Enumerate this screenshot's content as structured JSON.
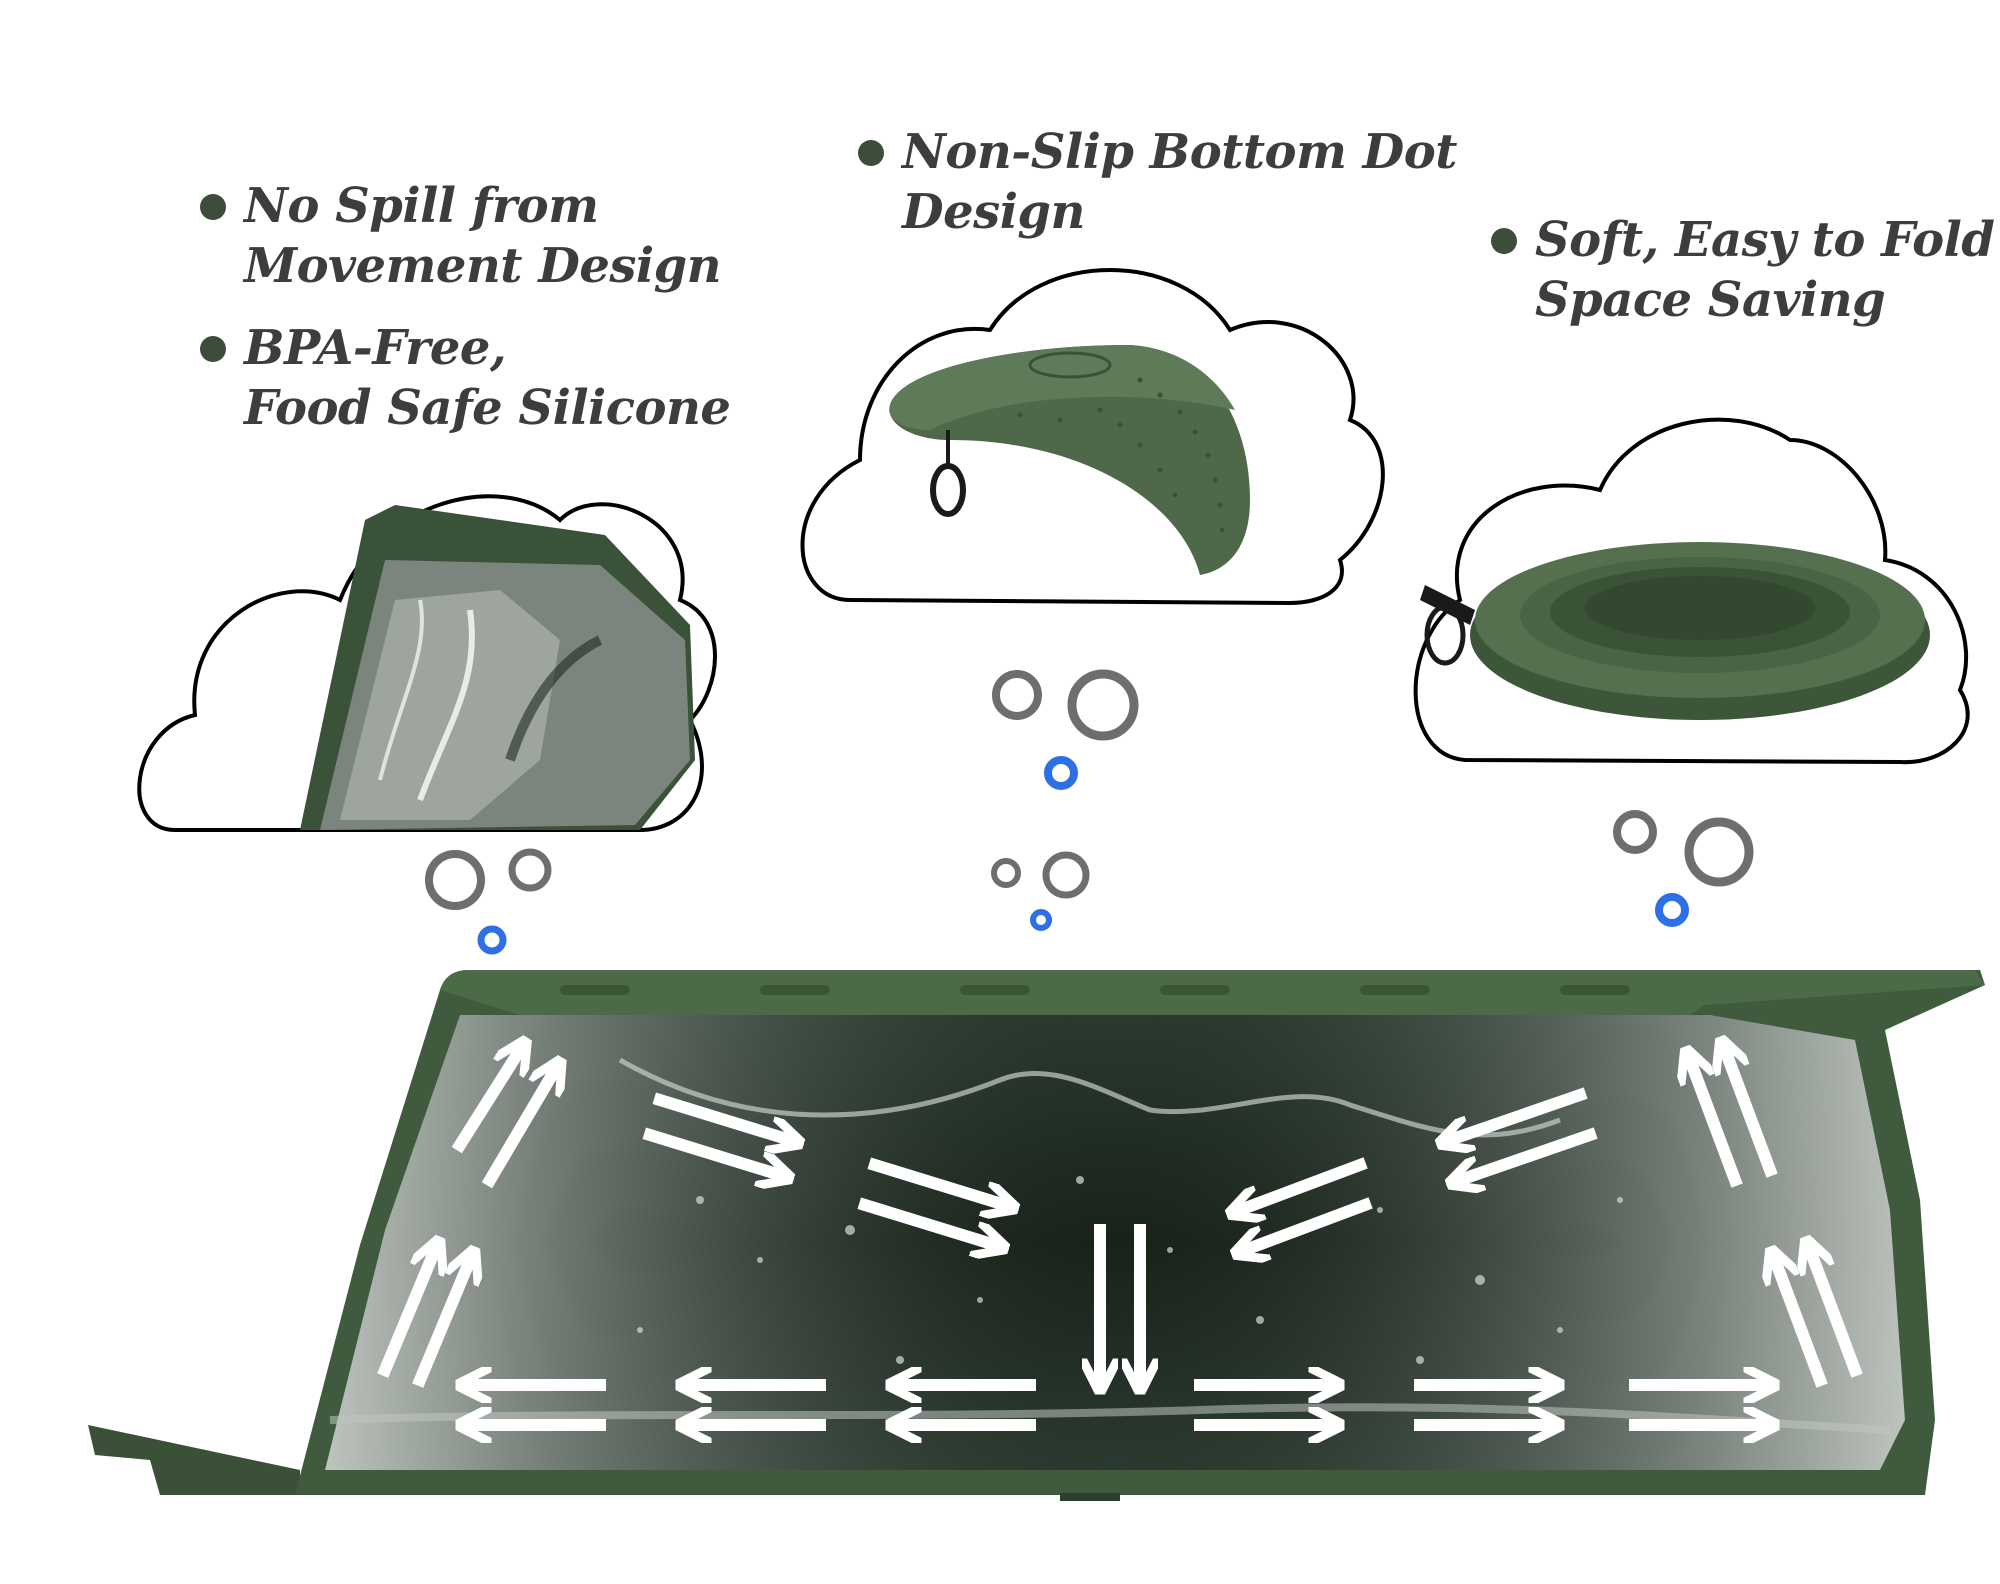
{
  "features": [
    {
      "lines": [
        "No Spill from",
        "Movement Design"
      ]
    },
    {
      "lines": [
        "BPA-Free,",
        "Food Safe Silicone"
      ]
    },
    {
      "lines": [
        "Non-Slip Bottom Dot",
        "Design"
      ]
    },
    {
      "lines": [
        "Soft, Easy to Fold",
        "Space Saving"
      ]
    }
  ],
  "colors": {
    "bowl_green": "#3f5a3c",
    "bowl_dark": "#2c3f2a",
    "water": "#1e2a22",
    "bubble_gray": "#6e6e6e",
    "bubble_blue": "#2f6fe6",
    "text": "#3d3d3d"
  },
  "icons": [
    "bullet-dot",
    "thought-cloud",
    "arrow"
  ]
}
